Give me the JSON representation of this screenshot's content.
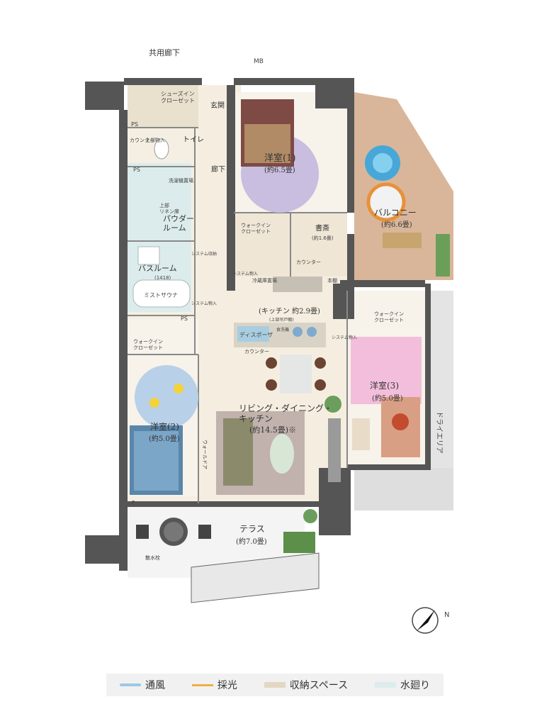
{
  "corridor": "共用廊下",
  "mb": "MB",
  "rooms": {
    "shoes_closet": "シューズイン\nクローゼット",
    "entrance": "玄関",
    "bedroom1_name": "洋室(1)",
    "bedroom1_size": "(約6.5畳)",
    "balcony_name": "バルコニー",
    "balcony_size": "(約6.6畳)",
    "ps1": "PS",
    "ps2": "PS",
    "ps3": "PS",
    "counter_left": "カウンター",
    "upper_storage": "上部物入",
    "toilet": "トイレ",
    "hallway": "廊下",
    "washer": "洗濯機置場",
    "linen": "上部\nリネン庫",
    "powder_room": "パウダー\nルーム",
    "walkin1": "ウォークイン\nクローゼット",
    "study_name": "書斎",
    "study_size": "(約1.6畳)",
    "study_counter": "カウンター",
    "bathroom": "バスルーム",
    "bath_size": "(1418)",
    "mist_sauna": "ミストサウナ",
    "system_storage1": "システム収納",
    "system_storage2": "システム物入",
    "system_storage3": "システム物入",
    "fridge": "冷蔵庫置場",
    "shelf": "本棚",
    "kitchen": "(キッチン 約2.9畳)",
    "kitchen_upper": "(上部吊戸棚)",
    "disposer": "ディスポーザ",
    "dishwasher": "食洗機",
    "counter_k": "カウンター",
    "system_storage4": "システム物入",
    "walkin2": "ウォークイン\nクローゼット",
    "walkin3": "ウォークイン\nクローゼット",
    "ldk_name": "リビング・ダイニング・\nキッチン",
    "ldk_size": "(約14.5畳)※",
    "bedroom3_name": "洋室(3)",
    "bedroom3_size": "(約5.0畳)",
    "bedroom2_name": "洋室(2)",
    "bedroom2_size": "(約5.0畳)",
    "wall_door": "ウォールドア",
    "dry_area": "ドライエリア",
    "terrace_name": "テラス",
    "terrace_size": "(約7.0畳)",
    "faucet": "散水栓",
    "p": "P"
  },
  "compass": "N",
  "legend": [
    {
      "label": "通風",
      "color": "#9cc8e8"
    },
    {
      "label": "採光",
      "color": "#f0b040"
    },
    {
      "label": "収納スペース",
      "color": "#e2d8c2"
    },
    {
      "label": "水廻り",
      "color": "#dcecec"
    }
  ]
}
